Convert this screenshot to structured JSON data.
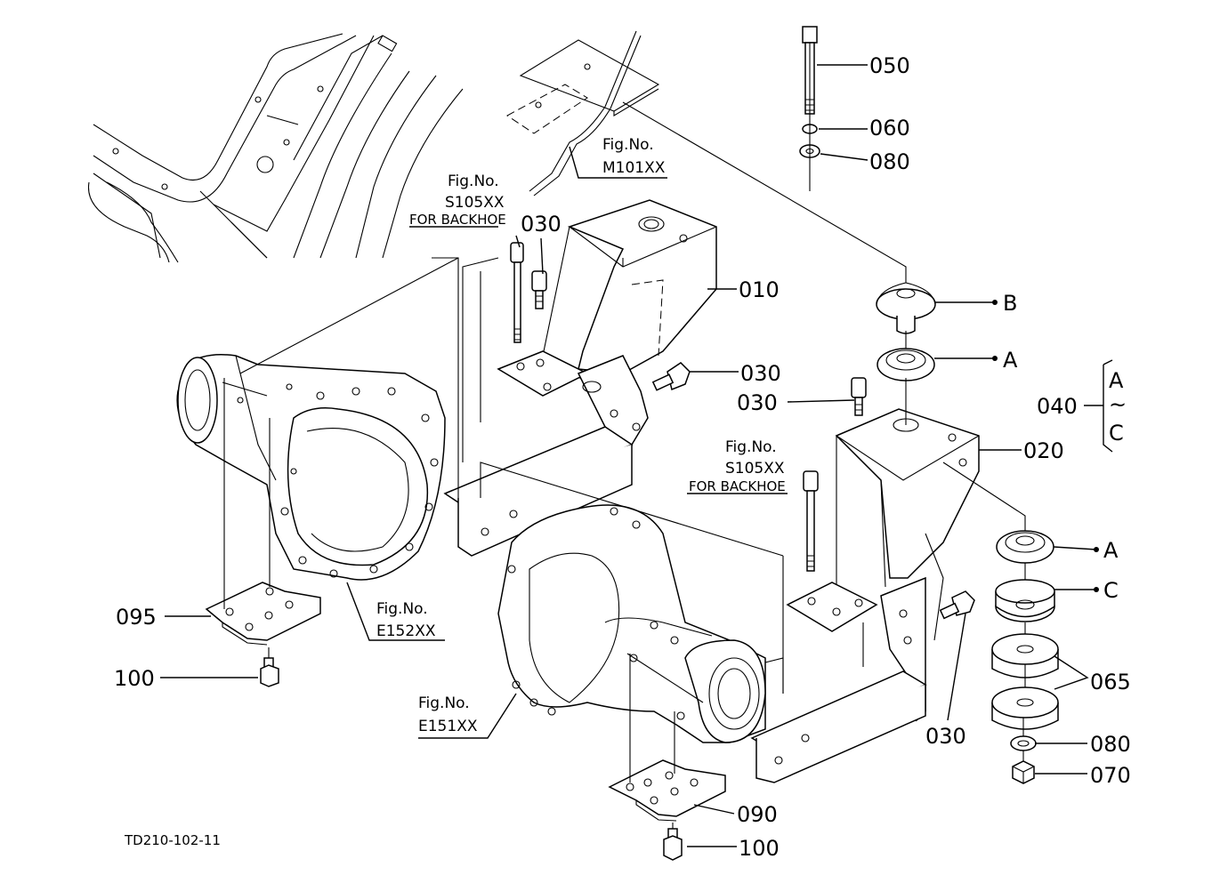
{
  "drawing_id": "TD210-102-11",
  "callouts": {
    "p050": "050",
    "p060": "060",
    "p080_top": "080",
    "p030_a": "030",
    "p010": "010",
    "p030_b": "030",
    "p030_c": "030",
    "p020": "020",
    "p040": "040",
    "p095": "095",
    "p100_left": "100",
    "p065": "065",
    "p080_bottom": "080",
    "p070": "070",
    "p030_d": "030",
    "p090": "090",
    "p100_bottom": "100"
  },
  "letters": {
    "B": "B",
    "A1": "A",
    "A2": "A",
    "C": "C",
    "range_top": "A",
    "range_sep": "~",
    "range_bottom": "C"
  },
  "figure_refs": {
    "m101_label": "Fig.No.",
    "m101_code": "M101XX",
    "s105_top_label": "Fig.No.",
    "s105_top_code": "S105XX",
    "s105_top_note": "FOR BACKHOE",
    "s105_mid_label": "Fig.No.",
    "s105_mid_code": "S105XX",
    "s105_mid_note": "FOR BACKHOE",
    "e152_label": "Fig.No.",
    "e152_code": "E152XX",
    "e151_label": "Fig.No.",
    "e151_code": "E151XX"
  }
}
